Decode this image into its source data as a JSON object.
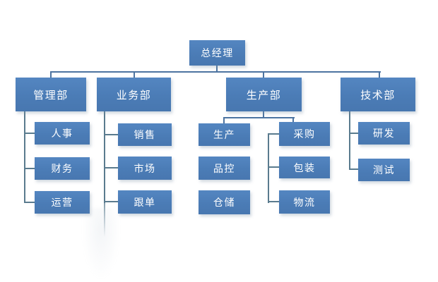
{
  "colors": {
    "node_fill": "#4f81bd",
    "node_text": "#ffffff",
    "connector_top": "#4d74a1",
    "connector_bracket": "#5a7b8e"
  },
  "org": {
    "root": {
      "label": "总经理"
    },
    "departments": [
      {
        "label": "管理部",
        "children": [
          "人事",
          "财务",
          "运营"
        ]
      },
      {
        "label": "业务部",
        "children": [
          "销售",
          "市场",
          "跟单"
        ]
      },
      {
        "label": "生产部",
        "children": [
          "生产",
          "品控",
          "仓储",
          "采购",
          "包装",
          "物流"
        ]
      },
      {
        "label": "技术部",
        "children": [
          "研发",
          "测试"
        ]
      }
    ]
  }
}
